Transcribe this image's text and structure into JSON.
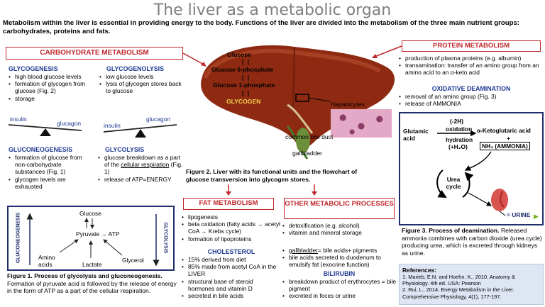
{
  "title": "The liver as a metabolic organ",
  "intro": "Metabolism within the liver is essential in providing energy to the body. Functions of the liver are divided into the metabolism of the three main nutrient groups: carbohydrates, proteins and fats.",
  "carb": {
    "header": "CARBOHYDRATE METABOLISM",
    "glycogenesis": {
      "title": "GLYCOGENESIS",
      "items": [
        "high blood glucose levels",
        "formation of glycogen from glucose (Fig. 2)",
        "storage"
      ]
    },
    "glycogenolysis": {
      "title": "GLYCOGENOLYSIS",
      "items": [
        "low glucose levels",
        "lysis of glycogen stores back to glucose"
      ]
    },
    "balance1": {
      "left": "insulin",
      "right": "glucagon"
    },
    "balance2": {
      "left": "insulin",
      "right": "glucagon"
    },
    "gluconeogenesis": {
      "title": "GLUCONEOGENESIS",
      "items": [
        "formation of glucose from non-carbohydrate substances (Fig. 1)",
        "glycogen levels are exhausted"
      ]
    },
    "glycolysis": {
      "title": "GLYCOLYSIS",
      "items_pre": "glucose breakdown as a part of the ",
      "items_link": "cellular respiration",
      "items_post": " (Fig. 1)",
      "item2": "release of ATP=ENERGY"
    },
    "fig1": {
      "glucose": "Glucose",
      "pyruvate": "Pyruvate → ATP",
      "amino": "Amino acids",
      "lactate": "Lactate",
      "glycerol": "Glycerol",
      "left_axis": "GLUCONEOGENESIS",
      "right_axis": "GLYCOLYSIS"
    },
    "fig1_caption_bold": "Figure 1. Process of glycolysis and gluconeogenesis.",
    "fig1_caption": "Formation of pyruvate acid is followed by the release of energy in the form of ATP as a part of the cellular respiration."
  },
  "liver": {
    "glucose": "Glucose",
    "g6p": "Glucose 6-phosphate",
    "g1p": "Glucose 1-phosphate",
    "glycogen": "GLYCOGEN",
    "hepatocytes": "Hepatocytes:",
    "bile_duct": "common bile duct",
    "gallbladder": "gallbladder",
    "caption_bold": "Figure 2. Liver with its functional units and the flowchart of glucose transversion into glycogen stores."
  },
  "fat": {
    "header": "FAT METABOLISM",
    "items": [
      "lipogenesis",
      "beta oxidation (fatty acids → acetyl CoA → Krebs cycle)",
      "formation of lipoproteins"
    ],
    "chol_title": "CHOLESTEROL",
    "chol_items": [
      "15% derived from diet",
      "85% made from acetyl CoA in the LIVER",
      "structural base of steroid hormones and vitamin D",
      "secreted in bile acids"
    ]
  },
  "other": {
    "header": "OTHER METABOLIC PROCESSES",
    "items": [
      "detoxification (e.g. alcohol)",
      "vitamin and mineral storage"
    ],
    "gall_link": "gallbladder",
    "gall_rest": "= bile acids+ pigments",
    "bile_item": "bile acids secreted to duodenum to emulsify fat (exocrine function)",
    "bili_title": "BILIRUBIN",
    "bili_items": [
      "breakdown product of erythrocytes = bile pigment",
      "excreted in feces or urine"
    ]
  },
  "protein": {
    "header": "PROTEIN METABOLISM",
    "items": [
      "production of plasma proteins (e.g. albumin)",
      "transamination: transfer of an amino group from an amino acid to an α-keto acid"
    ],
    "deam_title": "OXIDATIVE DEAMINATION",
    "deam_items": [
      "removal of an amino group (Fig. 3)",
      "release of AMMONIA"
    ],
    "fig3": {
      "glutamic": "Glutamic acid",
      "minus2h": "(-2H)",
      "oxidation": "oxidation",
      "hydration": "hydration",
      "plus_h2o": "(+H₂O)",
      "keto": "α-Ketoglutaric acid",
      "plus": "+",
      "nh3": "NH₃ (AMMONIA)",
      "urea": "Urea cycle",
      "urine": "= URINE"
    },
    "fig3_caption_bold": "Figure 3. Process of deamination.",
    "fig3_caption": "Released ammonia combines with carbon dioxide (urea cycle) producing urea, which is excreted through kidneys as urine."
  },
  "refs": {
    "title": "References:",
    "items": [
      "1. Marieb, E.N. and Hoehn, K., 2010. Anatomy & Physiology. 4th ed. USA: Pearson",
      "2. Rui, L., 2014. Energy Metabolism in the Liver. Comprehensive Physiology, 4(1), 177-197."
    ]
  },
  "colors": {
    "red": "#c0272d",
    "blue": "#1f3a93",
    "liver": "#8e2a12",
    "navy": "#1f2f6e"
  }
}
